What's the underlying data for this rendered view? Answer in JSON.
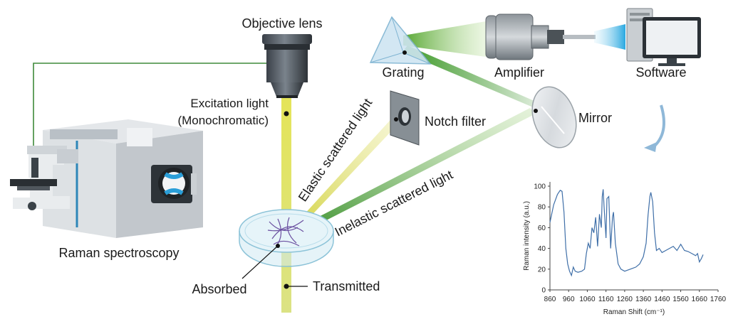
{
  "labels": {
    "objective_lens": "Objective lens",
    "excitation_line1": "Excitation light",
    "excitation_line2": "(Monochromatic)",
    "grating": "Grating",
    "amplifier": "Amplifier",
    "software": "Software",
    "notch_filter": "Notch filter",
    "mirror": "Mirror",
    "elastic": "Elastic scattered light",
    "inelastic": "Inelastic scattered light",
    "raman_spectroscopy": "Raman spectroscopy",
    "absorbed": "Absorbed",
    "transmitted": "Transmitted"
  },
  "colors": {
    "excitation_beam": "#dfe05a",
    "scatter_green": "#4f9e2a",
    "connector_line": "#3f8a3a",
    "spectrum_line": "#3f6fa8",
    "cable_cyan": "#29a8e0"
  },
  "chart_data": {
    "type": "line",
    "xlabel": "Raman Shift (cm⁻¹)",
    "ylabel": "Raman intensity (a.u.)",
    "xlim": [
      860,
      1760
    ],
    "ylim": [
      0,
      100
    ],
    "xticks": [
      860,
      960,
      1060,
      1160,
      1260,
      1360,
      1460,
      1560,
      1660,
      1760
    ],
    "yticks": [
      0,
      20,
      40,
      60,
      80,
      100
    ],
    "grid": false,
    "series": [
      {
        "x": [
          860,
          880,
          900,
          915,
          925,
          935,
          945,
          955,
          965,
          975,
          985,
          995,
          1010,
          1030,
          1045,
          1055,
          1065,
          1075,
          1085,
          1095,
          1105,
          1115,
          1125,
          1135,
          1140,
          1145,
          1150,
          1160,
          1165,
          1175,
          1185,
          1195,
          1200,
          1210,
          1225,
          1240,
          1260,
          1290,
          1320,
          1340,
          1360,
          1375,
          1385,
          1395,
          1400,
          1410,
          1420,
          1430,
          1445,
          1460,
          1480,
          1500,
          1520,
          1540,
          1560,
          1580,
          1600,
          1620,
          1640,
          1650,
          1660,
          1670,
          1680
        ],
        "y": [
          65,
          82,
          92,
          96,
          95,
          75,
          40,
          25,
          18,
          14,
          22,
          18,
          17,
          18,
          20,
          35,
          45,
          40,
          60,
          55,
          70,
          42,
          73,
          60,
          90,
          97,
          80,
          50,
          88,
          90,
          40,
          70,
          75,
          45,
          25,
          20,
          18,
          20,
          22,
          25,
          32,
          45,
          72,
          90,
          94,
          85,
          55,
          38,
          40,
          36,
          38,
          40,
          42,
          38,
          44,
          38,
          37,
          35,
          33,
          35,
          27,
          30,
          34
        ]
      }
    ]
  }
}
